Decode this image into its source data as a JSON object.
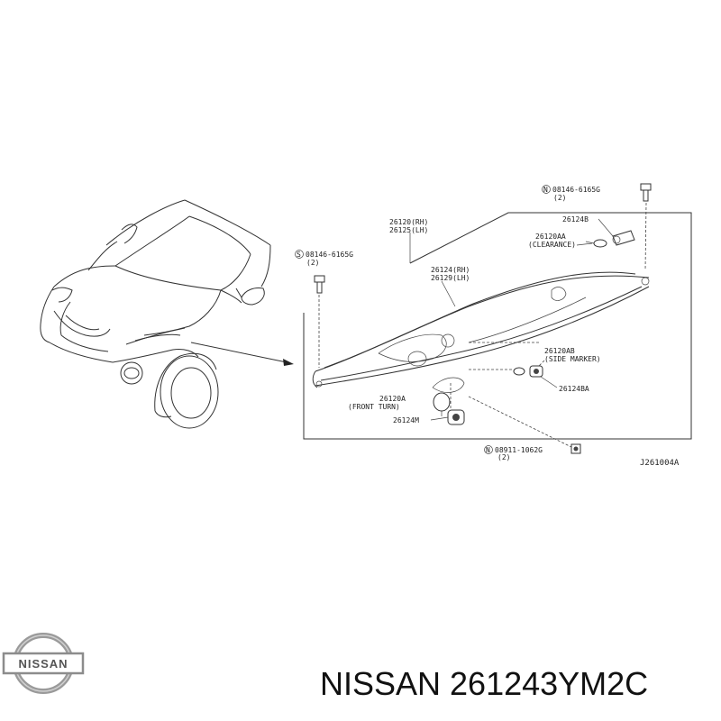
{
  "diagram": {
    "parts": {
      "bolt_upper": {
        "ref": "N",
        "number": "08146-6165G",
        "qty": "(2)"
      },
      "bolt_left": {
        "ref": "S",
        "number": "08146-6165G",
        "qty": "(2)"
      },
      "lamp_assy": {
        "rh": "26120(RH)",
        "lh": "26125(LH)"
      },
      "lamp_sub": {
        "rh": "26124(RH)",
        "lh": "26129(LH)"
      },
      "socket_b": "26124B",
      "bulb_aa": {
        "number": "26120AA",
        "desc": "(CLEARANCE)"
      },
      "bulb_ab": {
        "number": "26120AB",
        "desc": "(SIDE MARKER)"
      },
      "socket_ba": "26124BA",
      "bulb_a": {
        "number": "26120A",
        "desc": "(FRONT TURN)"
      },
      "socket_m": "26124M",
      "nut": {
        "ref": "N",
        "number": "08911-1062G",
        "qty": "(2)"
      }
    },
    "drawing_code": "J261004A"
  },
  "brand": {
    "logo_text": "NISSAN"
  },
  "footer": {
    "text": "NISSAN 261243YM2C"
  }
}
